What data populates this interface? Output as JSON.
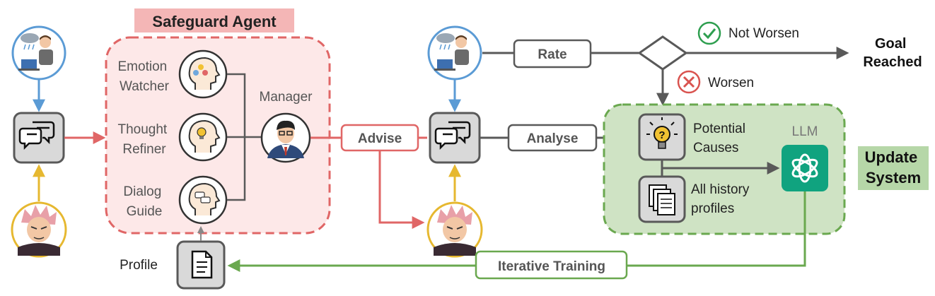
{
  "title": "Safeguard Agent",
  "agents": [
    {
      "line1": "Emotion",
      "line2": "Watcher",
      "icon": "head-emotion-icon"
    },
    {
      "line1": "Thought",
      "line2": "Refiner",
      "icon": "head-lightbulb-icon"
    },
    {
      "line1": "Dialog",
      "line2": "Guide",
      "icon": "head-dialog-icon"
    }
  ],
  "manager_label": "Manager",
  "advise_label": "Advise",
  "rate_label": "Rate",
  "analyse_label": "Analyse",
  "not_worsen_label": "Not Worsen",
  "worsen_label": "Worsen",
  "goal": {
    "line1": "Goal",
    "line2": "Reached"
  },
  "potential_causes": {
    "line1": "Potential",
    "line2": "Causes"
  },
  "history_profiles": {
    "line1": "All history",
    "line2": "profiles"
  },
  "llm_label": "LLM",
  "update_system": {
    "line1": "Update",
    "line2": "System"
  },
  "profile_label": "Profile",
  "iterative_training_label": "Iterative Training",
  "colors": {
    "blue": "#5b9bd5",
    "red": "#e06666",
    "green": "#6aa84f",
    "gold": "#e6b830",
    "dark": "#595959",
    "title_bg": "#f4b6b6",
    "update_bg": "#b6d7a8",
    "llm": "#10a37f"
  }
}
